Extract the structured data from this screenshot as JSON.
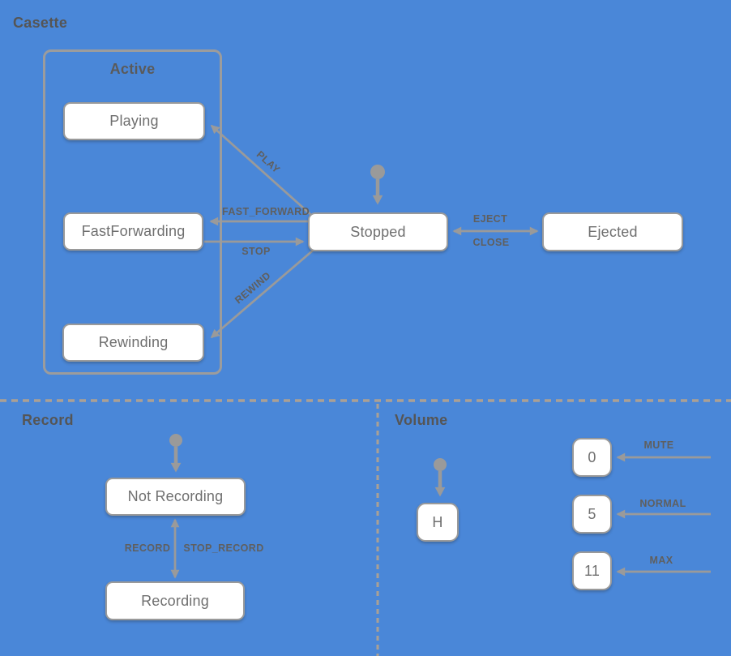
{
  "theme": {
    "background": "#4a87d8",
    "edge_line": "#9a9a9a",
    "state_background": "#ffffff",
    "state_border": "#9a9a9a",
    "state_text": "#6f6f6f",
    "section_label_text": "#555555",
    "transition_label_text": "#5f5f5f",
    "divider_dash": "#aba094"
  },
  "machine": {
    "label": "Casette",
    "groups": {
      "active": {
        "label": "Active"
      }
    },
    "states": {
      "playing": {
        "label": "Playing"
      },
      "fast_forwarding": {
        "label": "FastForwarding"
      },
      "rewinding": {
        "label": "Rewinding"
      },
      "stopped": {
        "label": "Stopped"
      },
      "ejected": {
        "label": "Ejected"
      }
    },
    "transitions": {
      "play": {
        "label": "PLAY"
      },
      "fast_forward": {
        "label": "FAST_FORWARD"
      },
      "stop": {
        "label": "STOP"
      },
      "rewind": {
        "label": "REWIND"
      },
      "eject": {
        "label": "EJECT"
      },
      "close": {
        "label": "CLOSE"
      }
    }
  },
  "record": {
    "label": "Record",
    "states": {
      "not_recording": {
        "label": "Not Recording"
      },
      "recording": {
        "label": "Recording"
      }
    },
    "transitions": {
      "record": {
        "label": "RECORD"
      },
      "stop_record": {
        "label": "STOP_RECORD"
      }
    }
  },
  "volume": {
    "label": "Volume",
    "states": {
      "h": {
        "label": "H"
      },
      "zero": {
        "label": "0"
      },
      "five": {
        "label": "5"
      },
      "eleven": {
        "label": "11"
      }
    },
    "transitions": {
      "mute": {
        "label": "MUTE"
      },
      "normal": {
        "label": "NORMAL"
      },
      "max": {
        "label": "MAX"
      }
    }
  }
}
